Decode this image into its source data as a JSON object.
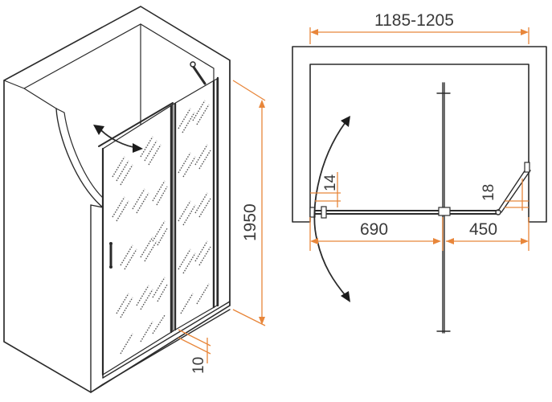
{
  "dimensions": {
    "width_range": "1185-1205",
    "height": "1950",
    "bottom_gap": "10",
    "side_gap_left": "14",
    "side_gap_right": "18",
    "door_width": "690",
    "fixed_panel_width": "450"
  },
  "colors": {
    "dimension_lines": "#e8863a",
    "outline": "#2b2b2b",
    "text": "#3a3a3a"
  }
}
